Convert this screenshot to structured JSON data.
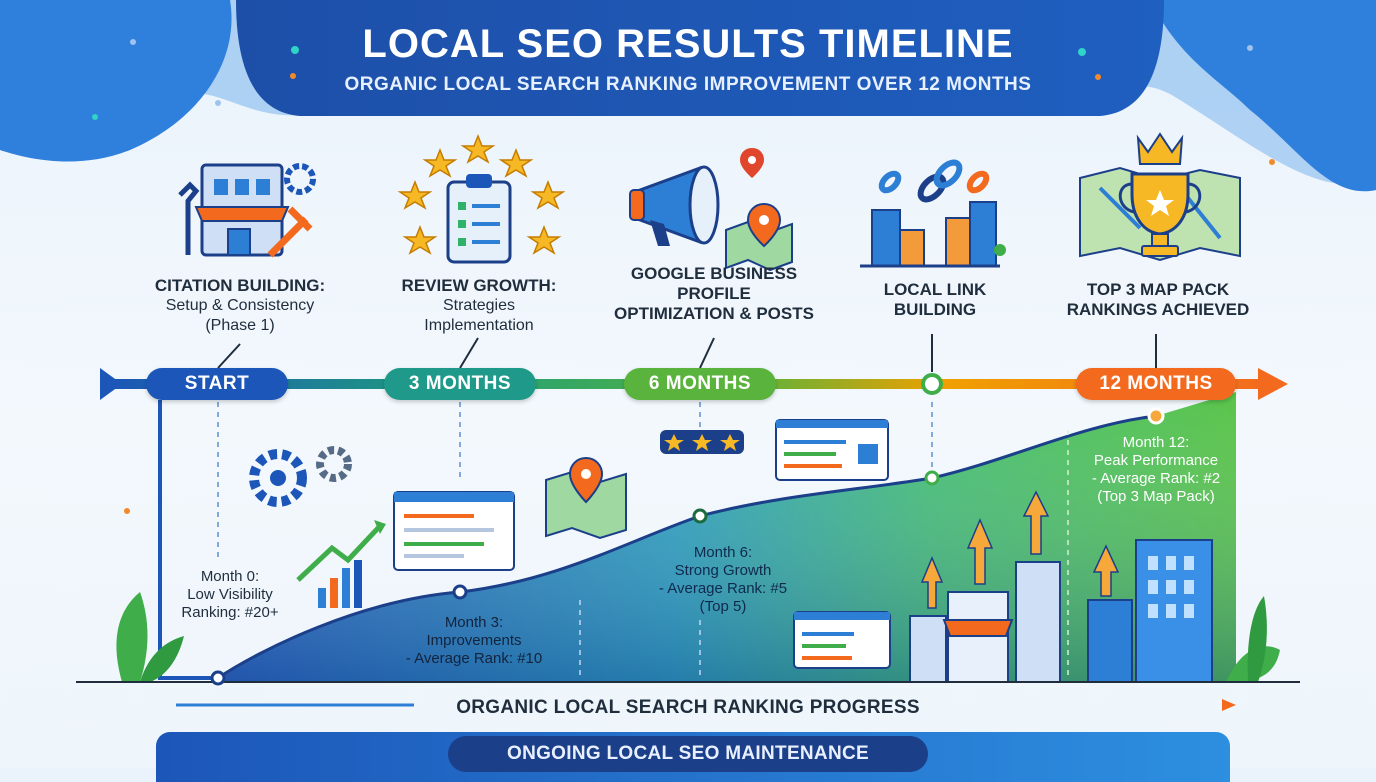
{
  "header": {
    "title": "LOCAL SEO RESULTS TIMELINE",
    "subtitle": "ORGANIC LOCAL SEARCH RANKING IMPROVEMENT OVER 12 MONTHS"
  },
  "milestones": [
    {
      "title": "CITATION BUILDING:",
      "line2": "Setup & Consistency",
      "line3": "(Phase 1)"
    },
    {
      "title": "REVIEW GROWTH:",
      "line2": "Strategies",
      "line3": "Implementation"
    },
    {
      "title": "GOOGLE BUSINESS",
      "line2": "PROFILE",
      "line3": "OPTIMIZATION & POSTS"
    },
    {
      "title": "LOCAL LINK",
      "line2": "BUILDING"
    },
    {
      "title": "TOP 3 MAP PACK",
      "line2": "RANKINGS ACHIEVED"
    }
  ],
  "timeline": {
    "start": "START",
    "m3": "3 MONTHS",
    "m6": "6 MONTHS",
    "m12": "12 MONTHS"
  },
  "annotations": {
    "month0": [
      "Month 0:",
      "Low Visibility",
      "Ranking: #20+"
    ],
    "month3": [
      "Month 3:",
      "Improvements",
      "- Average Rank: #10"
    ],
    "month6": [
      "Month 6:",
      "Strong Growth",
      "- Average Rank: #5",
      "(Top 5)"
    ],
    "month12": [
      "Month 12:",
      "Peak Performance",
      "- Average Rank: #2",
      "(Top 3 Map Pack)"
    ]
  },
  "axis_label": "ORGANIC LOCAL SEARCH RANKING PROGRESS",
  "footer": "ONGOING LOCAL SEO MAINTENANCE",
  "colors": {
    "navy": "#1c3f8a",
    "blue": "#2d7fd6",
    "teal": "#1fa07a",
    "green": "#5ab33c",
    "orange": "#f36a1f"
  }
}
